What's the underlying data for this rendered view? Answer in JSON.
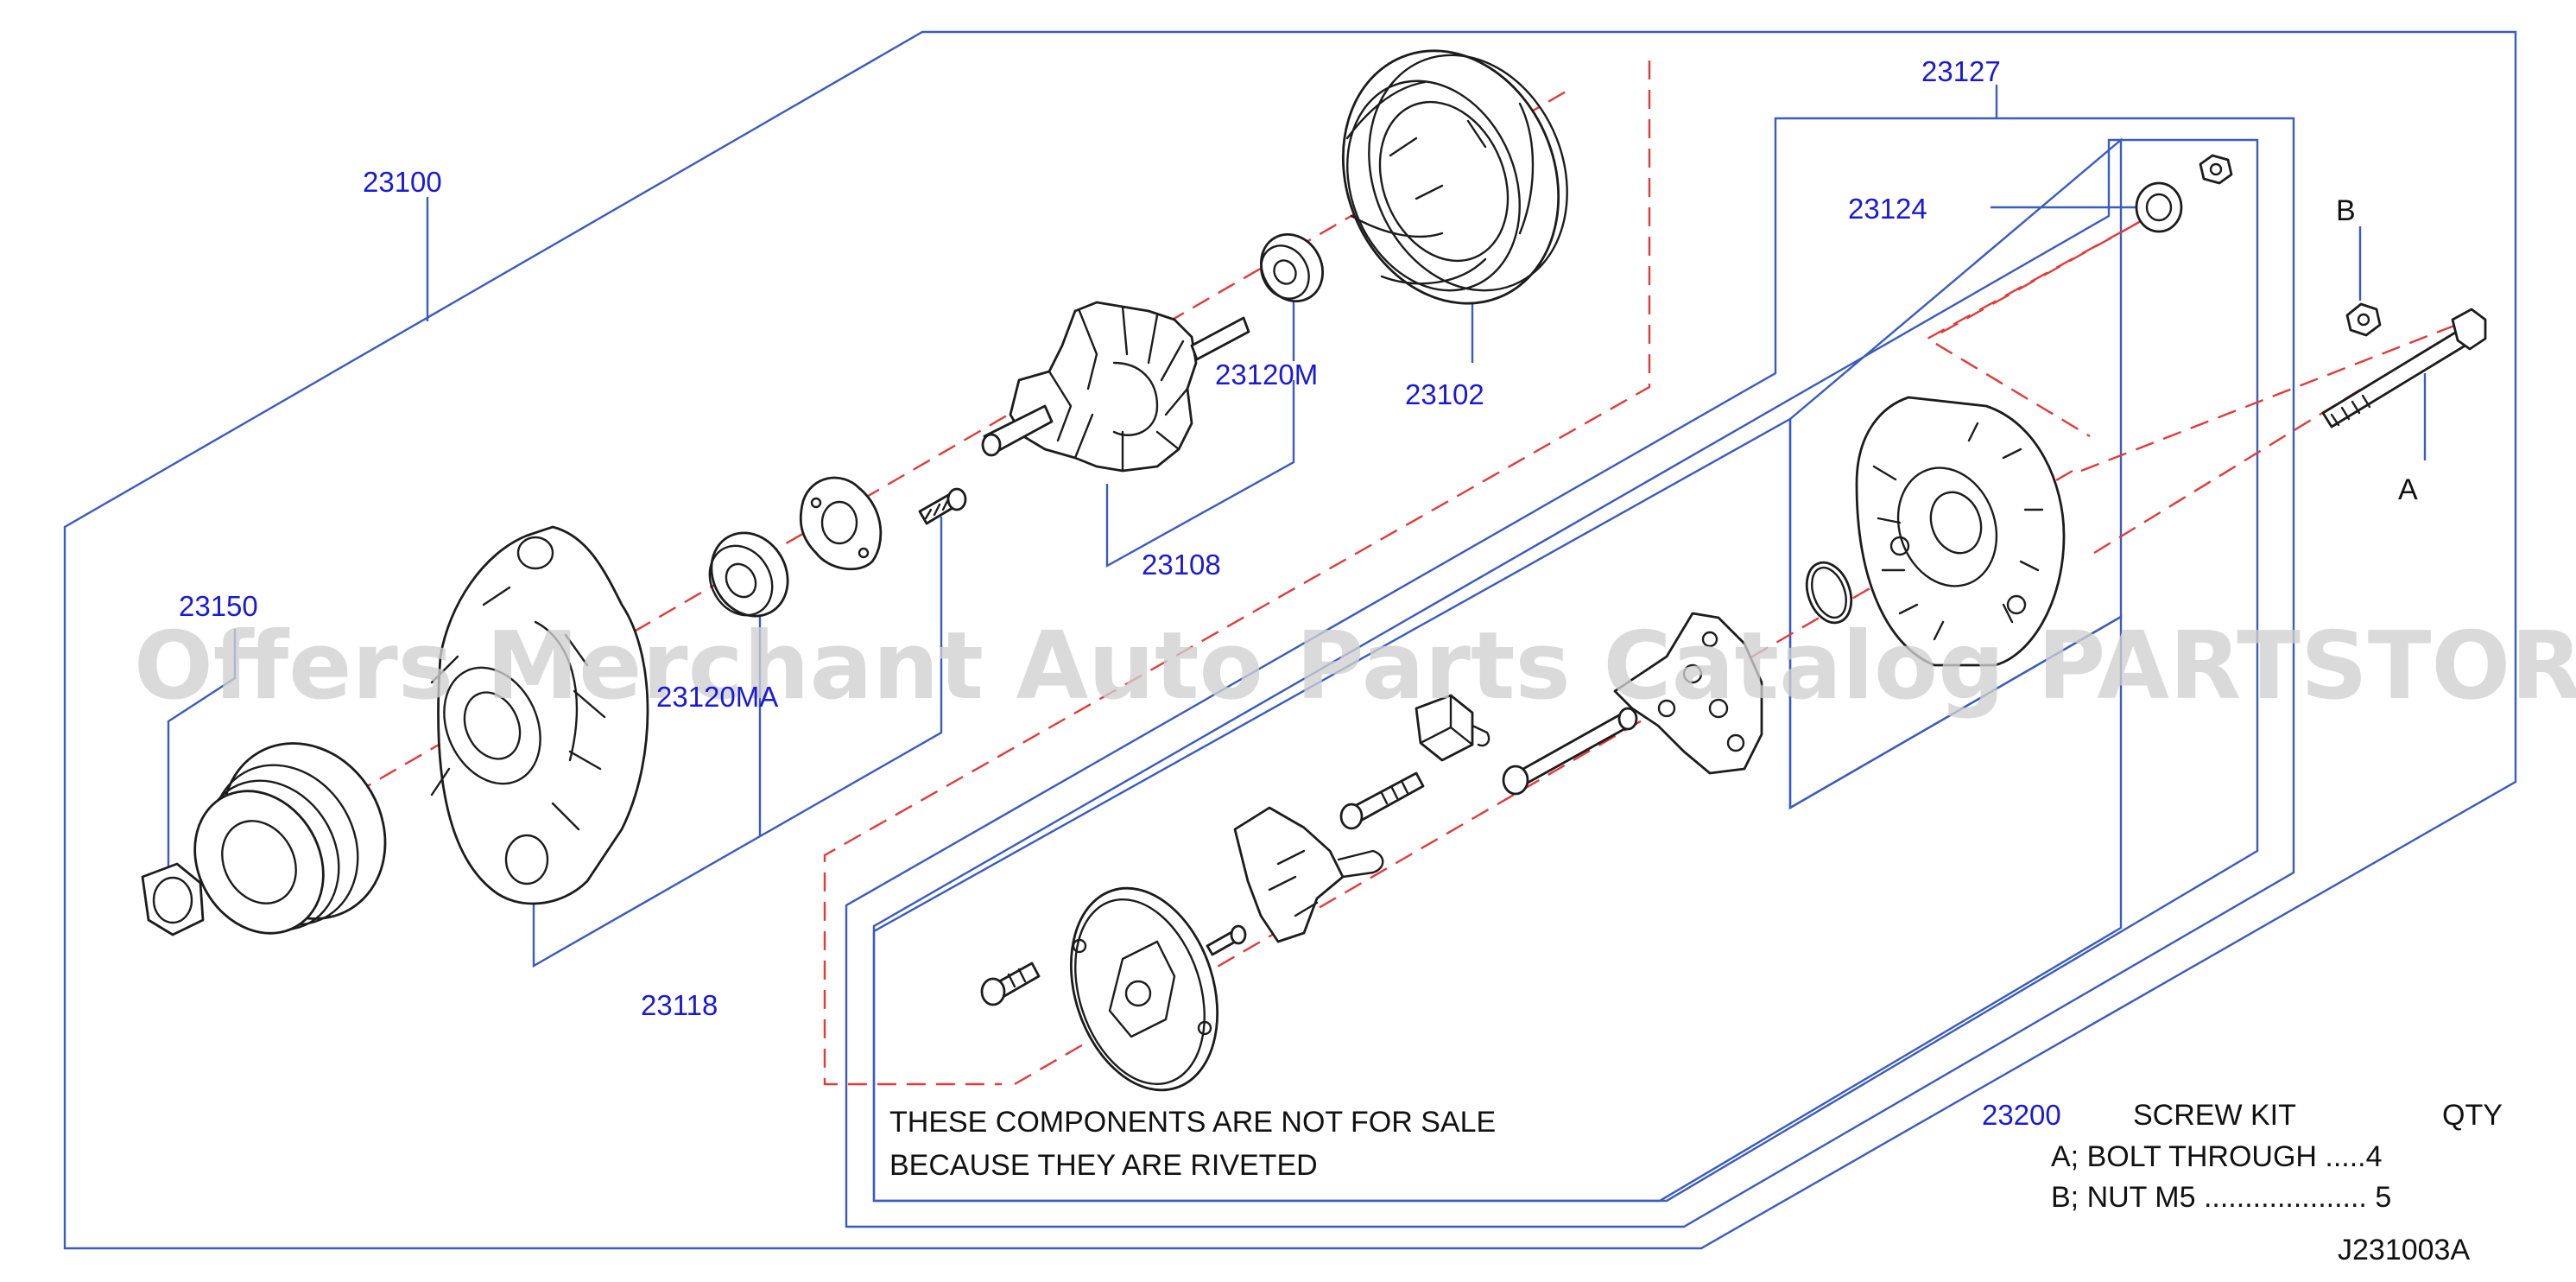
{
  "callouts": {
    "alternator_assembly": "23100",
    "pulley": "23150",
    "front_bearing": "23120MA",
    "front_cover_kit": "23118",
    "rotor": "23108",
    "rear_bearing": "23120M",
    "stator": "23102",
    "rear_cover_kit": "23127",
    "terminal_set": "23124",
    "screw_kit": "23200"
  },
  "letters": {
    "bolt": "A",
    "nut": "B"
  },
  "note": {
    "line1": "THESE  COMPONENTS  ARE  NOT  FOR  SALE",
    "line2": "BECAUSE  THEY  ARE  RIVETED"
  },
  "screw_kit": {
    "title": "SCREW  KIT",
    "qty_header": "QTY",
    "row_a": "A;  BOLT   THROUGH      .....4",
    "row_b": "B;  NUT     M5  .................... 5"
  },
  "diagram_code": "J231003A",
  "watermark": "Offers Merchant Auto Parts Catalog PARTSTORE.SA",
  "colors": {
    "label_blue": "#1a1ad6",
    "frame_blue": "#3a5bbf",
    "axis_red": "#e23a3a",
    "line_black": "#1c1c1c"
  }
}
